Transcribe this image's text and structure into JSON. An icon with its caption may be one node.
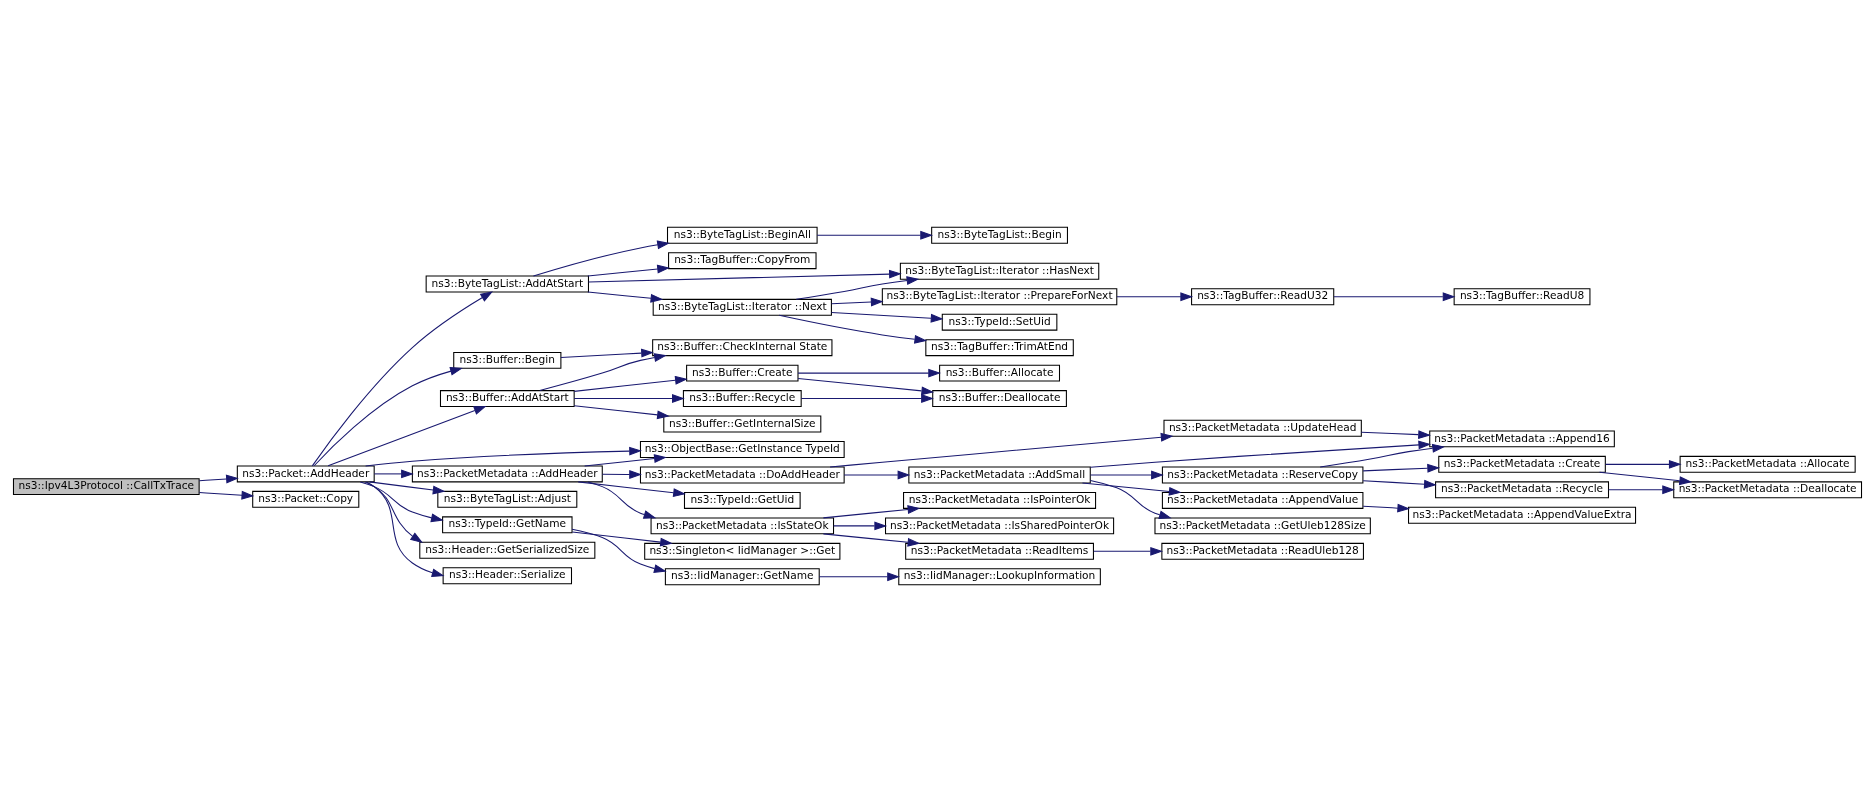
{
  "diagram": {
    "nodes": [
      {
        "text": [
          "ns3::Ipv4L3Protocol ::CallTxTrace"
        ]
      },
      {
        "text": [
          "ns3::Packet::AddHeader"
        ]
      },
      {
        "text": [
          "ns3::Packet::Copy"
        ]
      },
      {
        "text": [
          "ns3::ByteTagList::AddAtStart"
        ]
      },
      {
        "text": [
          "ns3::Buffer::Begin"
        ]
      },
      {
        "text": [
          "ns3::Buffer::AddAtStart"
        ]
      },
      {
        "text": [
          "ns3::ObjectBase::GetInstance TypeId"
        ]
      },
      {
        "text": [
          "ns3::PacketMetadata ::AddHeader"
        ]
      },
      {
        "text": [
          "ns3::ByteTagList::Adjust"
        ]
      },
      {
        "text": [
          "ns3::TypeId::GetName"
        ]
      },
      {
        "text": [
          "ns3::Header::GetSerializedSize"
        ]
      },
      {
        "text": [
          "ns3::Header::Serialize"
        ]
      },
      {
        "text": [
          "ns3::ByteTagList::BeginAll"
        ]
      },
      {
        "text": [
          "ns3::TagBuffer::CopyFrom"
        ]
      },
      {
        "text": [
          "ns3::ByteTagList::Iterator ::Next"
        ]
      },
      {
        "text": [
          "ns3::Buffer::CheckInternal State"
        ]
      },
      {
        "text": [
          "ns3::Buffer::Create"
        ]
      },
      {
        "text": [
          "ns3::Buffer::Recycle"
        ]
      },
      {
        "text": [
          "ns3::Buffer::GetInternalSize"
        ]
      },
      {
        "text": [
          "ns3::PacketMetadata ::DoAddHeader"
        ]
      },
      {
        "text": [
          "ns3::TypeId::GetUid"
        ]
      },
      {
        "text": [
          "ns3::PacketMetadata ::IsStateOk"
        ]
      },
      {
        "text": [
          "ns3::Singleton< IidManager >::Get"
        ]
      },
      {
        "text": [
          "ns3::IidManager::GetName"
        ]
      },
      {
        "text": [
          "ns3::ByteTagList::Begin"
        ]
      },
      {
        "text": [
          "ns3::ByteTagList::Iterator ::HasNext"
        ]
      },
      {
        "text": [
          "ns3::ByteTagList::Iterator ::PrepareForNext"
        ]
      },
      {
        "text": [
          "ns3::TypeId::SetUid"
        ]
      },
      {
        "text": [
          "ns3::TagBuffer::TrimAtEnd"
        ]
      },
      {
        "text": [
          "ns3::Buffer::Allocate"
        ]
      },
      {
        "text": [
          "ns3::Buffer::Deallocate"
        ]
      },
      {
        "text": [
          "ns3::PacketMetadata ::UpdateHead"
        ]
      },
      {
        "text": [
          "ns3::PacketMetadata ::AddSmall"
        ]
      },
      {
        "text": [
          "ns3::PacketMetadata ::IsPointerOk"
        ]
      },
      {
        "text": [
          "ns3::PacketMetadata ::IsSharedPointerOk"
        ]
      },
      {
        "text": [
          "ns3::PacketMetadata ::ReadItems"
        ]
      },
      {
        "text": [
          "ns3::IidManager::LookupInformation"
        ]
      },
      {
        "text": [
          "ns3::TagBuffer::ReadU32"
        ]
      },
      {
        "text": [
          "ns3::PacketMetadata ::Append16"
        ]
      },
      {
        "text": [
          "ns3::PacketMetadata ::ReserveCopy"
        ]
      },
      {
        "text": [
          "ns3::PacketMetadata ::AppendValue"
        ]
      },
      {
        "text": [
          "ns3::PacketMetadata ::GetUleb128Size"
        ]
      },
      {
        "text": [
          "ns3::PacketMetadata ::ReadUleb128"
        ]
      },
      {
        "text": [
          "ns3::TagBuffer::ReadU8"
        ]
      },
      {
        "text": [
          "ns3::PacketMetadata ::Create"
        ]
      },
      {
        "text": [
          "ns3::PacketMetadata ::Recycle"
        ]
      },
      {
        "text": [
          "ns3::PacketMetadata ::AppendValueExtra"
        ]
      },
      {
        "text": [
          "ns3::PacketMetadata ::Allocate"
        ]
      },
      {
        "text": [
          "ns3::PacketMetadata ::Deallocate"
        ]
      }
    ],
    "edges": [
      {
        "from": 0,
        "to": 1,
        "arrow": "to"
      },
      {
        "from": 0,
        "to": 2,
        "arrow": "to"
      },
      {
        "from": 1,
        "to": 3,
        "arrow": "to"
      },
      {
        "from": 1,
        "to": 4,
        "arrow": "to"
      },
      {
        "from": 1,
        "to": 5,
        "arrow": "to"
      },
      {
        "from": 1,
        "to": 6,
        "arrow": "to"
      },
      {
        "from": 1,
        "to": 7,
        "arrow": "to"
      },
      {
        "from": 1,
        "to": 8,
        "arrow": "to"
      },
      {
        "from": 1,
        "to": 9,
        "arrow": "to"
      },
      {
        "from": 1,
        "to": 10,
        "arrow": "to"
      },
      {
        "from": 1,
        "to": 11,
        "arrow": "to"
      },
      {
        "from": 3,
        "to": 12,
        "arrow": "to"
      },
      {
        "from": 3,
        "to": 13,
        "arrow": "to"
      },
      {
        "from": 3,
        "to": 25,
        "arrow": "to"
      },
      {
        "from": 3,
        "to": 14,
        "arrow": "to"
      },
      {
        "from": 12,
        "to": 24,
        "arrow": "to"
      },
      {
        "from": 14,
        "to": 25,
        "arrow": "to"
      },
      {
        "from": 14,
        "to": 26,
        "arrow": "to"
      },
      {
        "from": 14,
        "to": 27,
        "arrow": "to"
      },
      {
        "from": 14,
        "to": 28,
        "arrow": "to"
      },
      {
        "from": 26,
        "to": 37,
        "arrow": "to"
      },
      {
        "from": 37,
        "to": 43,
        "arrow": "to"
      },
      {
        "from": 4,
        "to": 15,
        "arrow": "to"
      },
      {
        "from": 5,
        "to": 15,
        "arrow": "to"
      },
      {
        "from": 5,
        "to": 16,
        "arrow": "to"
      },
      {
        "from": 5,
        "to": 17,
        "arrow": "to"
      },
      {
        "from": 5,
        "to": 18,
        "arrow": "to"
      },
      {
        "from": 16,
        "to": 29,
        "arrow": "to"
      },
      {
        "from": 16,
        "to": 30,
        "arrow": "to"
      },
      {
        "from": 17,
        "to": 30,
        "arrow": "to"
      },
      {
        "from": 7,
        "to": 6,
        "arrow": "to"
      },
      {
        "from": 7,
        "to": 19,
        "arrow": "to"
      },
      {
        "from": 7,
        "to": 20,
        "arrow": "to"
      },
      {
        "from": 7,
        "to": 21,
        "arrow": "to"
      },
      {
        "from": 19,
        "to": 31,
        "arrow": "to"
      },
      {
        "from": 19,
        "to": 32,
        "arrow": "to"
      },
      {
        "from": 31,
        "to": 38,
        "arrow": "to"
      },
      {
        "from": 32,
        "to": 38,
        "arrow": "to"
      },
      {
        "from": 32,
        "to": 39,
        "arrow": "to"
      },
      {
        "from": 32,
        "to": 40,
        "arrow": "to"
      },
      {
        "from": 32,
        "to": 41,
        "arrow": "to"
      },
      {
        "from": 39,
        "to": 38,
        "arrow": "to"
      },
      {
        "from": 39,
        "to": 44,
        "arrow": "to"
      },
      {
        "from": 39,
        "to": 45,
        "arrow": "to"
      },
      {
        "from": 44,
        "to": 47,
        "arrow": "to"
      },
      {
        "from": 44,
        "to": 48,
        "arrow": "to"
      },
      {
        "from": 45,
        "to": 48,
        "arrow": "to"
      },
      {
        "from": 40,
        "to": 46,
        "arrow": "to"
      },
      {
        "from": 21,
        "to": 33,
        "arrow": "to"
      },
      {
        "from": 21,
        "to": 34,
        "arrow": "to"
      },
      {
        "from": 21,
        "to": 35,
        "arrow": "to"
      },
      {
        "from": 35,
        "to": 42,
        "arrow": "to"
      },
      {
        "from": 9,
        "to": 22,
        "arrow": "to"
      },
      {
        "from": 9,
        "to": 23,
        "arrow": "to"
      },
      {
        "from": 23,
        "to": 36,
        "arrow": "to"
      }
    ]
  }
}
